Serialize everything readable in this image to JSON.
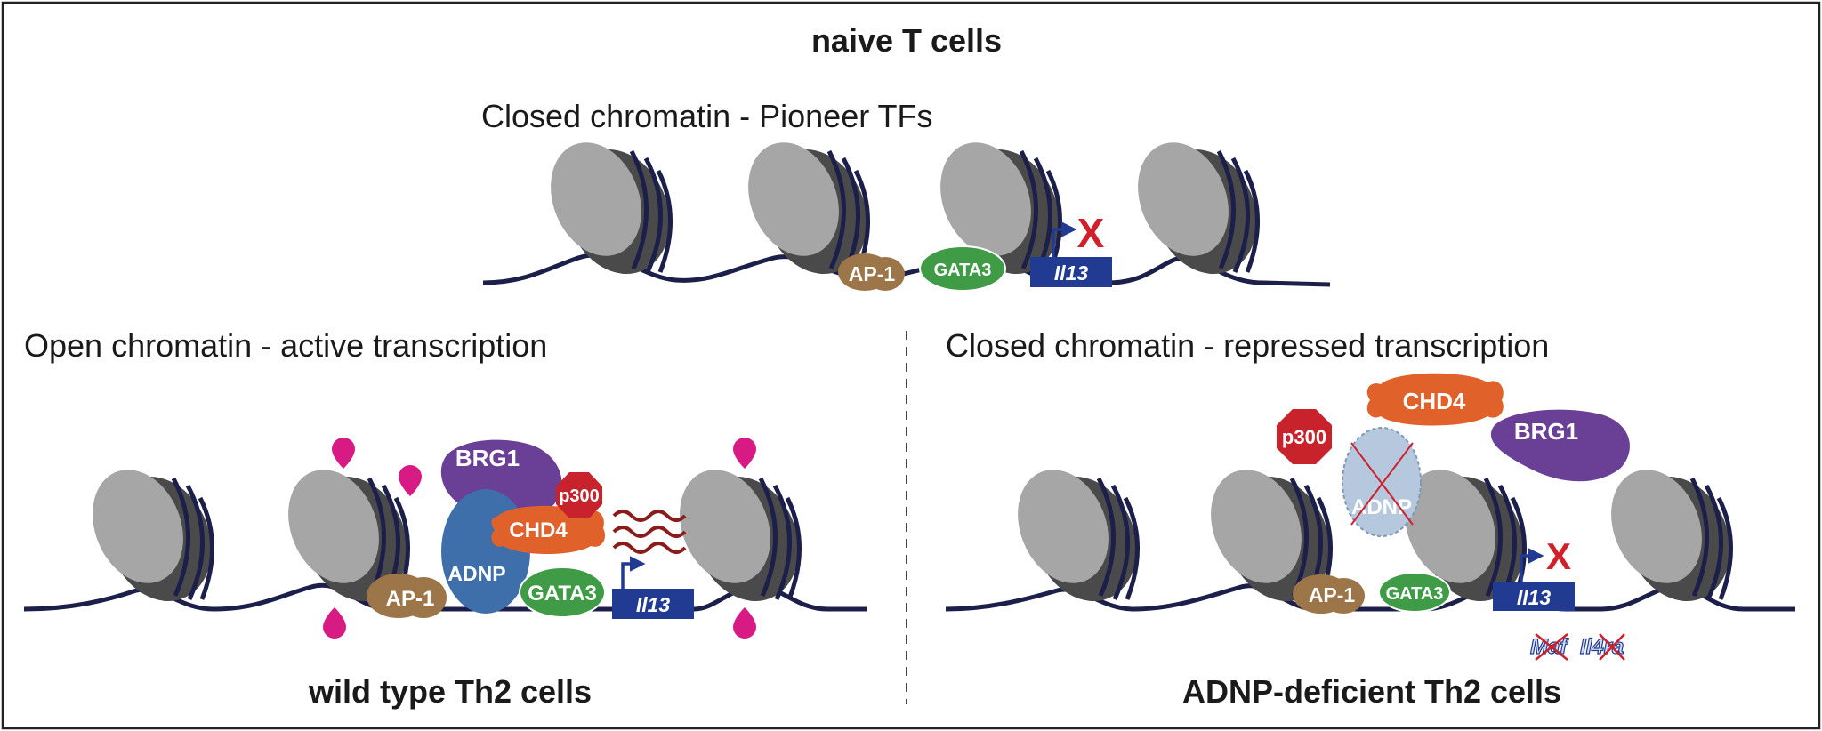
{
  "titles": {
    "top": "naive T cells",
    "left": "wild type Th2 cells",
    "right": "ADNP-deficient Th2 cells"
  },
  "headings": {
    "top": "Closed chromatin - Pioneer TFs",
    "left": "Open chromatin - active transcription",
    "right": "Closed chromatin - repressed transcription"
  },
  "labels": {
    "ap1": "AP-1",
    "gata3": "GATA3",
    "il13": "Il13",
    "brg1": "BRG1",
    "p300": "p300",
    "chd4": "CHD4",
    "adnp": "ADNP",
    "maf": "Maf",
    "il4ra": "Il4ra",
    "x": "X"
  },
  "colors": {
    "nucleosome_light": "#a6a6a6",
    "nucleosome_dark": "#4a4a4a",
    "dna": "#1c1f4a",
    "ap1": "#9c7548",
    "gata3": "#3f9b45",
    "il13": "#213a92",
    "brg1": "#6a3f96",
    "p300": "#c8222c",
    "chd4": "#e0622a",
    "adnp": "#3f6fab",
    "adnp_faded": "#b5c8de",
    "mark": "#d81b84",
    "transcript": "#8b1c1c",
    "cross": "#d0202a"
  }
}
